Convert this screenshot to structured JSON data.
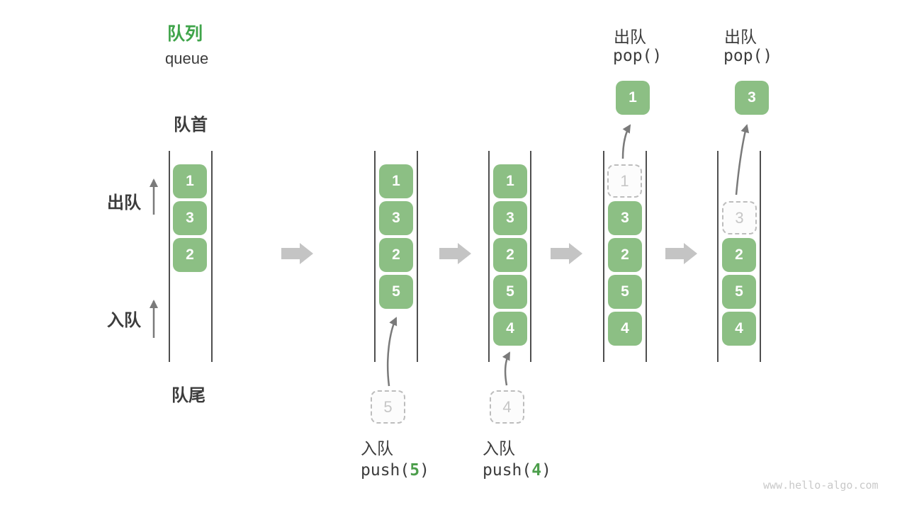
{
  "title": {
    "zh": "队列",
    "en": "queue"
  },
  "side_labels": {
    "front": "队首",
    "rear": "队尾",
    "dequeue": "出队",
    "enqueue": "入队"
  },
  "stages": [
    {
      "items": [
        "1",
        "3",
        "2"
      ]
    },
    {
      "items": [
        "1",
        "3",
        "2",
        "5"
      ],
      "incoming": "5",
      "op": {
        "zh": "入队",
        "prefix": "push(",
        "arg": "5",
        "suffix": ")"
      }
    },
    {
      "items": [
        "1",
        "3",
        "2",
        "5",
        "4"
      ],
      "incoming": "4",
      "op": {
        "zh": "入队",
        "prefix": "push(",
        "arg": "4",
        "suffix": ")"
      }
    },
    {
      "items": [
        "3",
        "2",
        "5",
        "4"
      ],
      "removed": "1",
      "popped": "1",
      "op": {
        "zh": "出队",
        "fn": "pop()"
      }
    },
    {
      "items": [
        "2",
        "5",
        "4"
      ],
      "removed": "3",
      "popped": "3",
      "op": {
        "zh": "出队",
        "fn": "pop()"
      }
    }
  ],
  "watermark": "www.hello-algo.com",
  "colors": {
    "green_box": "#8cbf84",
    "title_green": "#3fa44a",
    "accent_green": "#4c9e4b",
    "text_dark": "#3c3c3c",
    "arrow_gray": "#7a7a7a",
    "block_arrow": "#c4c4c4",
    "dashed_border": "#bdbdbd",
    "dashed_text": "#c6c6c6",
    "line_gray": "#4f4f4f",
    "watermark_gray": "#c9c9c9"
  }
}
